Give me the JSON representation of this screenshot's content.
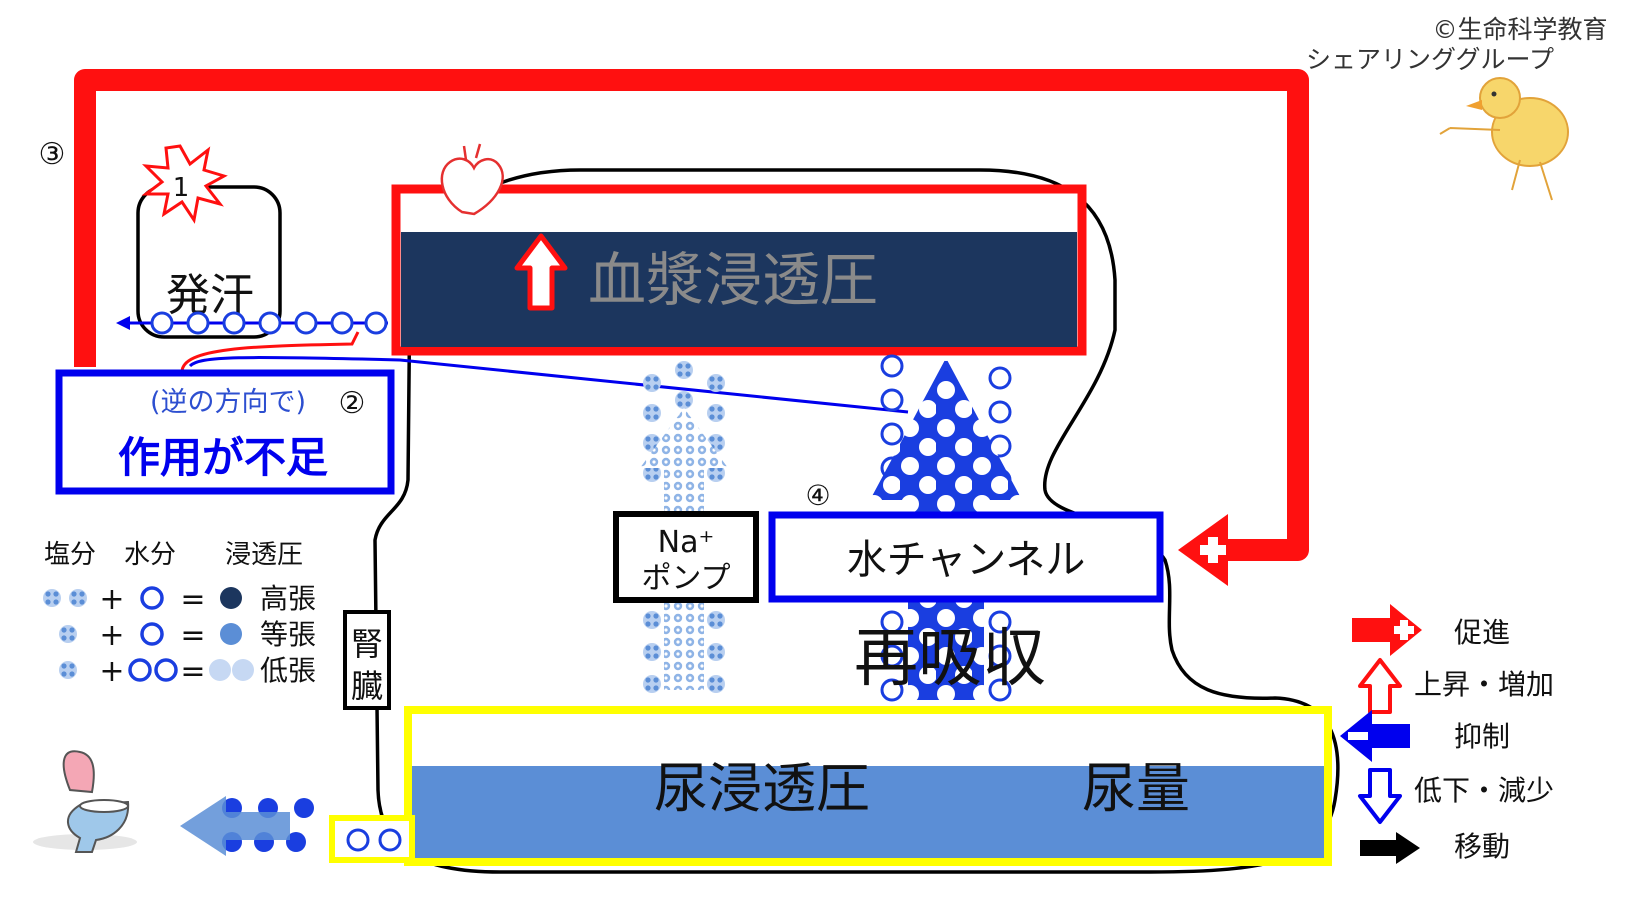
{
  "credit": {
    "line1": "©生命科学教育",
    "line2": "シェアリンググループ"
  },
  "steps": {
    "s1": "1",
    "s2": "②",
    "s3": "③",
    "s4": "④"
  },
  "sweat": {
    "label": "発汗"
  },
  "blood": {
    "label": "血漿浸透圧"
  },
  "adh": {
    "note": "(逆の方向で)",
    "effect": "作用が不足"
  },
  "kidney": {
    "label_line1": "腎",
    "label_line2": "臓"
  },
  "pump": {
    "line1": "Na⁺",
    "line2": "ポンプ"
  },
  "channel": {
    "label": "水チャンネル"
  },
  "reabsorb": {
    "label": "再吸収"
  },
  "urine": {
    "osmolality": "尿浸透圧",
    "volume": "尿量"
  },
  "solution_key": {
    "headers": [
      "塩分",
      "水分",
      "浸透圧"
    ],
    "plus": "+",
    "equals": "=",
    "rows": [
      "高張",
      "等張",
      "低張"
    ]
  },
  "arrow_legend": {
    "promote": "促進",
    "rise": "上昇・増加",
    "inhibit": "抑制",
    "fall": "低下・減少",
    "move": "移動"
  },
  "colors": {
    "red": "#ff0000",
    "blue": "#0000ee",
    "navy": "#1c365e",
    "mid_blue": "#5b8ed6",
    "yellow": "#ffff00",
    "salt_blue": "#8fb4e6"
  },
  "icons": [
    "heart-icon",
    "chick-icon",
    "toilet-icon",
    "explosion-icon"
  ]
}
